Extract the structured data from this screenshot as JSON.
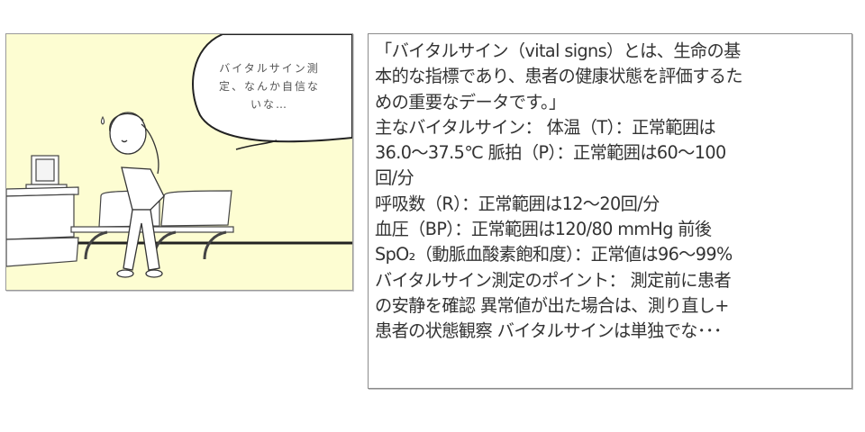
{
  "comic": {
    "speech_bubble": {
      "lines": [
        "バイタルサイン測",
        "定、なんか自信な",
        "いな…"
      ]
    },
    "scene": {
      "background_color": "#fdfdd2",
      "elements": [
        "reception-counter",
        "laptop",
        "waiting-bench",
        "worried-person",
        "sweat-drop"
      ]
    }
  },
  "text_panel": {
    "lines": [
      "「バイタルサイン（vital signs）とは、生命の基",
      "本的な指標であり、患者の健康状態を評価するた",
      "めの重要なデータです。」",
      "主なバイタルサイン： 体温（T）：正常範囲は",
      "36.0〜37.5℃ 脈拍（P）：正常範囲は60〜100",
      "回/分",
      "呼吸数（R）：正常範囲は12〜20回/分",
      "血圧（BP）：正常範囲は120/80 mmHg 前後",
      "SpO₂（動脈血酸素飽和度）：正常値は96〜99%",
      "バイタルサイン測定のポイント： 測定前に患者",
      "の安静を確認 異常値が出た場合は、測り直し+",
      "患者の状態観察 バイタルサインは単独でな･･･"
    ]
  }
}
